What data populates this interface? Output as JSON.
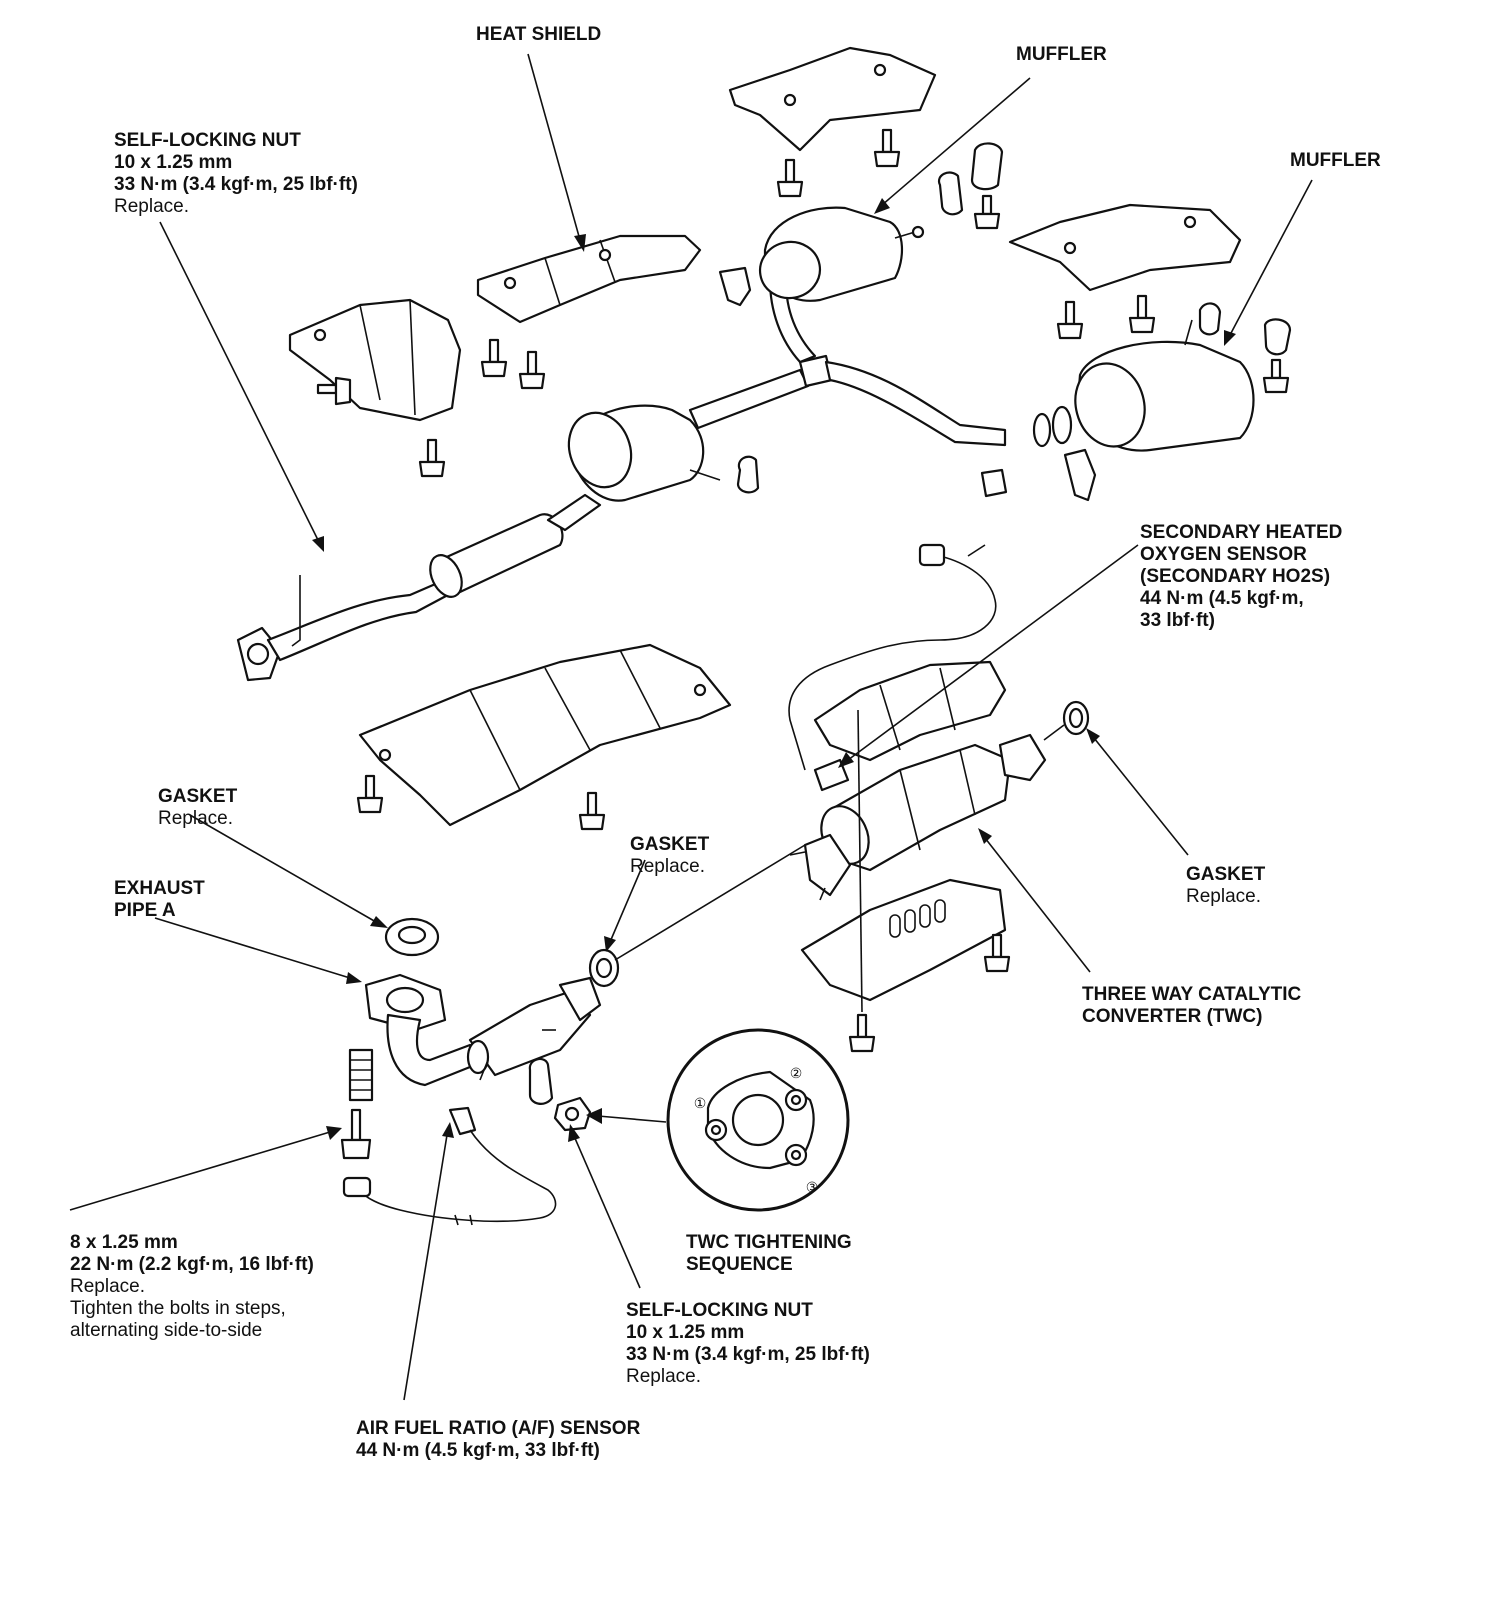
{
  "labels": {
    "heat_shield": [
      "HEAT SHIELD"
    ],
    "muffler_top": [
      "MUFFLER"
    ],
    "muffler_right": [
      "MUFFLER"
    ],
    "self_locking_nut_top": {
      "bold": [
        "SELF-LOCKING NUT",
        "10 x 1.25 mm",
        "33 N·m (3.4 kgf·m, 25 lbf·ft)"
      ],
      "normal": [
        "Replace."
      ]
    },
    "secondary_ho2s": {
      "bold": [
        "SECONDARY HEATED",
        "OXYGEN SENSOR",
        "(SECONDARY HO2S)",
        "44 N·m (4.5 kgf·m,",
        "33 lbf·ft)"
      ],
      "normal": []
    },
    "gasket_left": {
      "bold": [
        "GASKET"
      ],
      "normal": [
        "Replace."
      ]
    },
    "gasket_center": {
      "bold": [
        "GASKET"
      ],
      "normal": [
        "Replace."
      ]
    },
    "gasket_right": {
      "bold": [
        "GASKET"
      ],
      "normal": [
        "Replace."
      ]
    },
    "exhaust_pipe_a": {
      "bold": [
        "EXHAUST",
        "PIPE A"
      ],
      "normal": []
    },
    "twc": {
      "bold": [
        "THREE WAY CATALYTIC",
        "CONVERTER (TWC)"
      ],
      "normal": []
    },
    "bolt_spec": {
      "bold": [
        "8 x 1.25 mm",
        "22 N·m (2.2 kgf·m, 16 lbf·ft)"
      ],
      "normal": [
        "Replace.",
        "Tighten the bolts in steps,",
        "alternating side-to-side"
      ]
    },
    "twc_sequence": {
      "bold": [
        "TWC TIGHTENING",
        "SEQUENCE"
      ],
      "normal": []
    },
    "self_locking_nut_bottom": {
      "bold": [
        "SELF-LOCKING NUT",
        "10 x 1.25 mm",
        "33 N·m (3.4 kgf·m, 25 lbf·ft)"
      ],
      "normal": [
        "Replace."
      ]
    },
    "af_sensor": {
      "bold": [
        "AIR FUEL RATIO (A/F) SENSOR",
        "44 N·m (4.5 kgf·m, 33 lbf·ft)"
      ],
      "normal": []
    }
  },
  "sequence_numbers": [
    "①",
    "②",
    "③"
  ]
}
